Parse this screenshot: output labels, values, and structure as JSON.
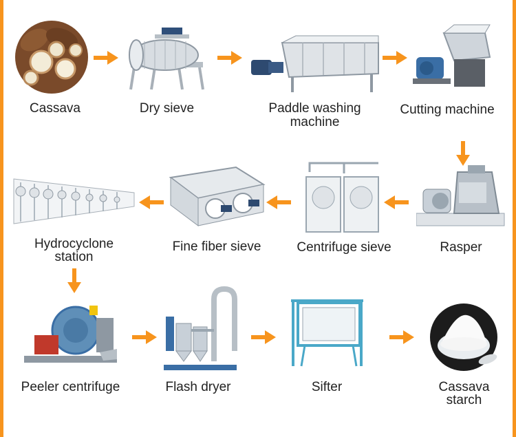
{
  "steps": [
    {
      "label": "Cassava"
    },
    {
      "label": "Dry sieve"
    },
    {
      "label_line1": "Paddle washing",
      "label_line2": "machine"
    },
    {
      "label": "Cutting machine"
    },
    {
      "label": "Rasper"
    },
    {
      "label": "Centrifuge sieve"
    },
    {
      "label": "Fine fiber sieve"
    },
    {
      "label_line1": "Hydrocyclone",
      "label_line2": "station"
    },
    {
      "label": "Peeler centrifuge"
    },
    {
      "label": "Flash dryer"
    },
    {
      "label": "Sifter"
    },
    {
      "label_line1": "Cassava",
      "label_line2": "starch"
    }
  ],
  "colors": {
    "accent": "#f7941d",
    "machine": "#c8d0d8",
    "steel": "#9aa6b0",
    "blue": "#3a6ea5",
    "teal": "#4aa8c8"
  }
}
